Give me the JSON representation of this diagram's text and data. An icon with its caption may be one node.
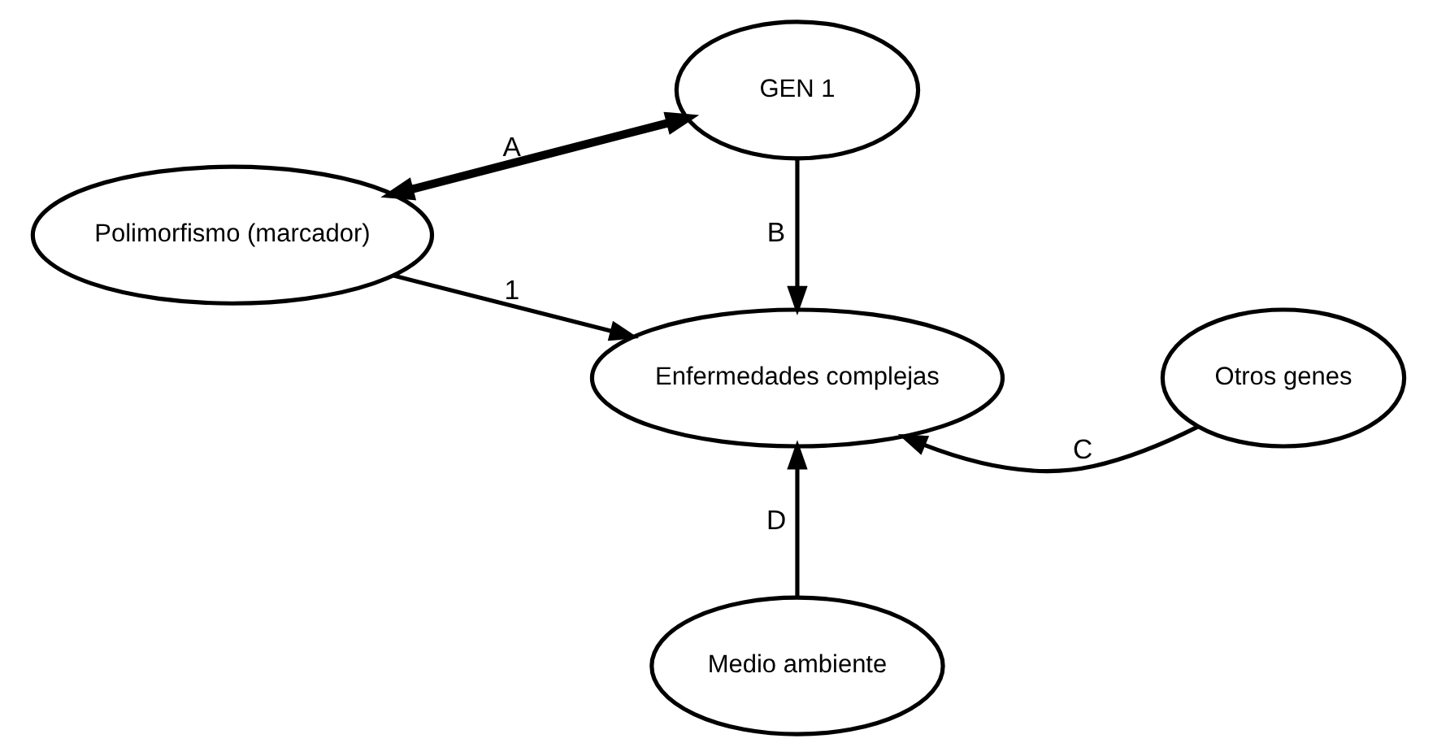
{
  "diagram": {
    "nodes": [
      {
        "text": [
          "GEN 1"
        ]
      },
      {
        "text": [
          "Polimorfismo (marcador)"
        ]
      },
      {
        "text": [
          "Enfermedades complejas"
        ]
      },
      {
        "text": [
          "Otros genes"
        ]
      },
      {
        "text": [
          "Medio ambiente"
        ]
      }
    ],
    "edges": [
      {
        "from": 1,
        "to": 0,
        "arrow": "both",
        "label": "A",
        "style": "thick"
      },
      {
        "from": 0,
        "to": 2,
        "arrow": "to",
        "label": "B"
      },
      {
        "from": 1,
        "to": 2,
        "arrow": "to",
        "label": "1"
      },
      {
        "from": 3,
        "to": 2,
        "arrow": "to",
        "label": "C"
      },
      {
        "from": 4,
        "to": 2,
        "arrow": "to",
        "label": "D"
      }
    ]
  }
}
